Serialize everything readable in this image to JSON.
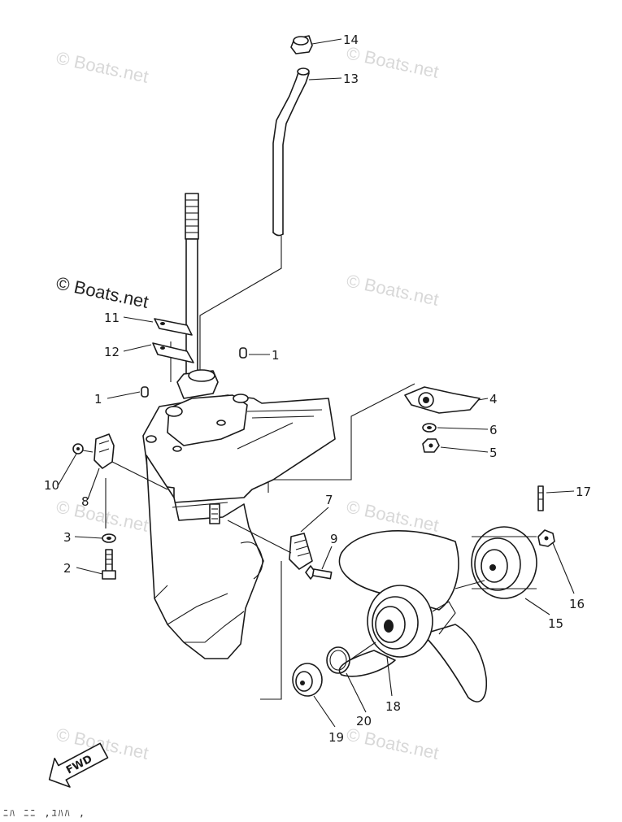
{
  "watermarks": [
    "© Boats.net",
    "© Boats.net",
    "© Boats.net",
    "© Boats.net",
    "© Boats.net",
    "© Boats.net",
    "© Boats.net",
    "© Boats.net"
  ],
  "callouts": [
    "14",
    "13",
    "11",
    "12",
    "1",
    "1",
    "4",
    "6",
    "5",
    "10",
    "8",
    "3",
    "2",
    "7",
    "9",
    "17",
    "16",
    "15",
    "18",
    "20",
    "19"
  ],
  "fwd_label": "FWD",
  "bottom_noise": "ﾆﾊ ﾆﾆ ,ﾕﾊﾊ ,"
}
